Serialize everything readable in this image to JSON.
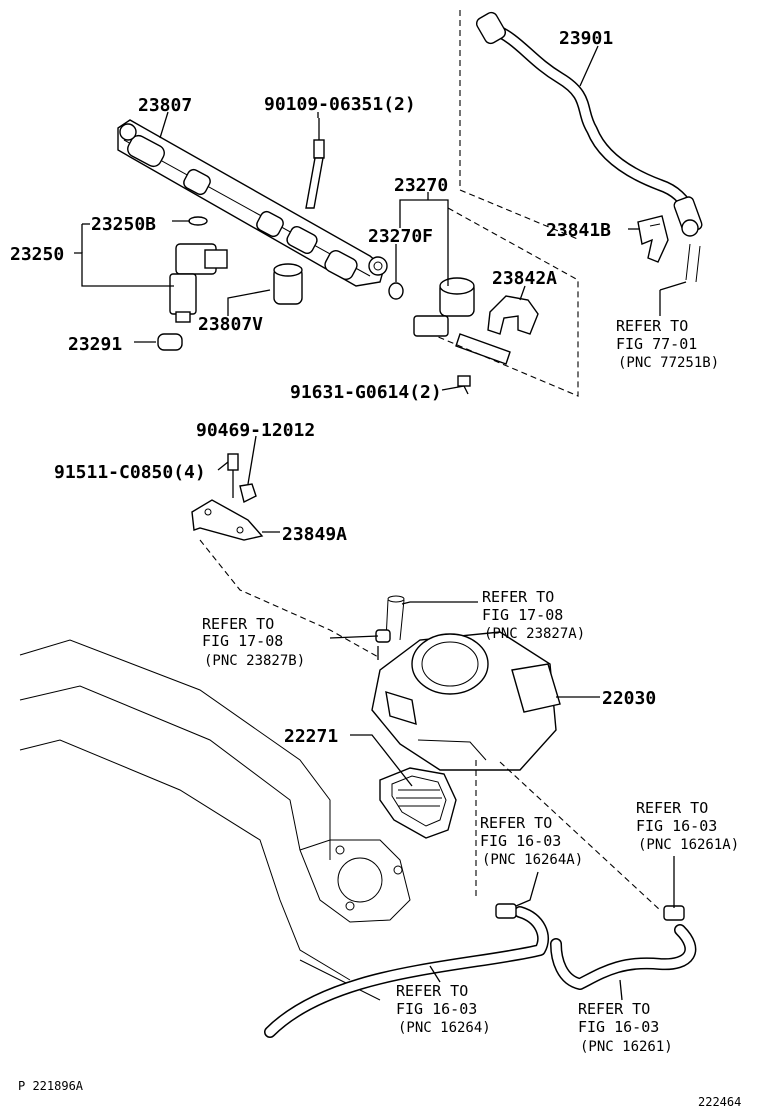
{
  "parts": {
    "p23901": "23901",
    "p23807": "23807",
    "p90109": "90109-06351(2)",
    "p23270": "23270",
    "p23250B": "23250B",
    "p23250": "23250",
    "p23270F": "23270F",
    "p23841B": "23841B",
    "p23842A": "23842A",
    "p23807V": "23807V",
    "p23291": "23291",
    "p91631": "91631-G0614(2)",
    "p90469": "90469-12012",
    "p91511": "91511-C0850(4)",
    "p23849A": "23849A",
    "p22030": "22030",
    "p22271": "22271"
  },
  "refs": {
    "r7701": {
      "l1": "REFER TO",
      "l2": "FIG 77-01",
      "l3": "(PNC 77251B)"
    },
    "r1708a": {
      "l1": "REFER TO",
      "l2": "FIG 17-08",
      "l3": "(PNC 23827A)"
    },
    "r1708b": {
      "l1": "REFER TO",
      "l2": "FIG 17-08",
      "l3": "(PNC 23827B)"
    },
    "r1603a": {
      "l1": "REFER TO",
      "l2": "FIG 16-03",
      "l3": "(PNC 16264A)"
    },
    "r1603b": {
      "l1": "REFER TO",
      "l2": "FIG 16-03",
      "l3": "(PNC 16261A)"
    },
    "r1603c": {
      "l1": "REFER TO",
      "l2": "FIG 16-03",
      "l3": "(PNC 16264)"
    },
    "r1603d": {
      "l1": "REFER TO",
      "l2": "FIG 16-03",
      "l3": "(PNC 16261)"
    }
  },
  "footer": {
    "left": "P  221896A",
    "right": "222464"
  }
}
